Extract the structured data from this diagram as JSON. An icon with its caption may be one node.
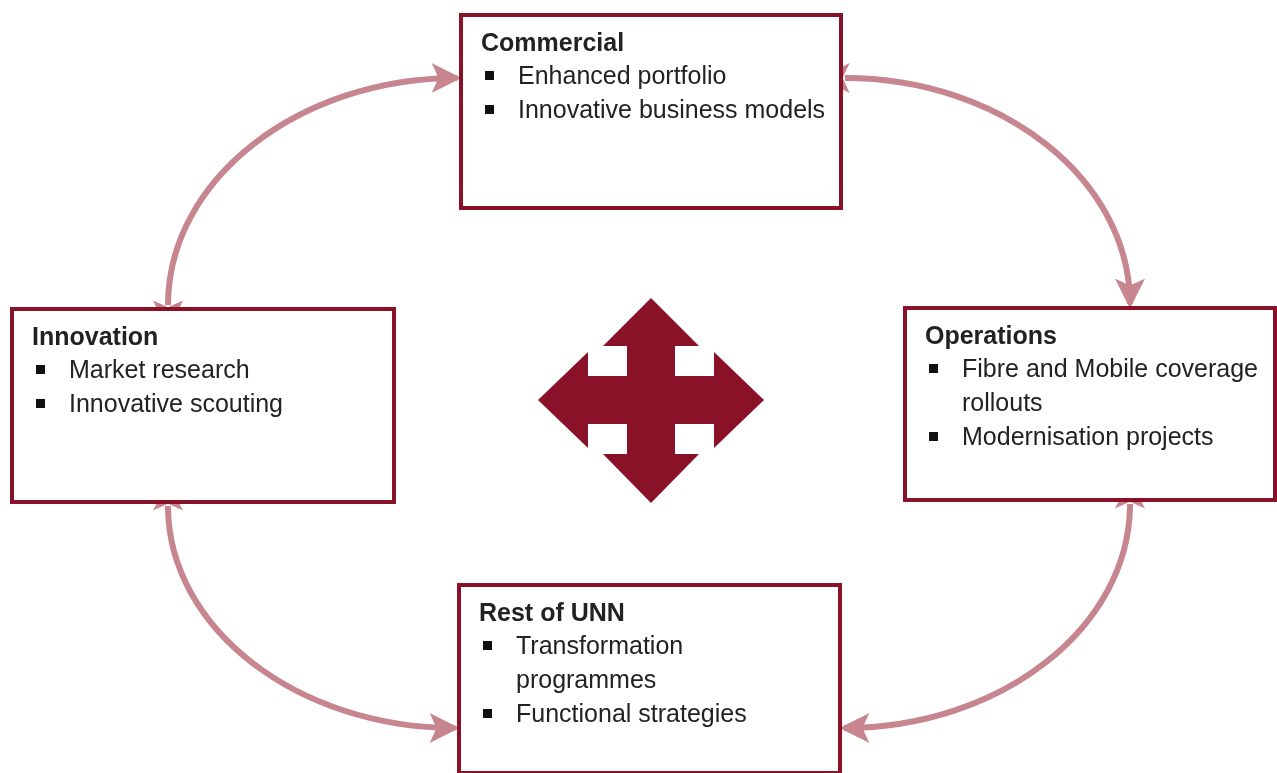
{
  "diagram": {
    "nodes": [
      {
        "text": [
          "Commercial",
          "Enhanced portfolio",
          "Innovative business models"
        ]
      },
      {
        "text": [
          "Innovation",
          "Market research",
          "Innovative scouting"
        ]
      },
      {
        "text": [
          "Operations",
          "Fibre and Mobile coverage rollouts",
          "Modernisation projects"
        ]
      },
      {
        "text": [
          "Rest of UNN",
          "Transformation programmes",
          "Functional strategies"
        ]
      }
    ],
    "edges": [
      {
        "from": 1,
        "to": 0,
        "arrow": "both"
      },
      {
        "from": 0,
        "to": 2,
        "arrow": "both"
      },
      {
        "from": 1,
        "to": 3,
        "arrow": "both"
      },
      {
        "from": 2,
        "to": 3,
        "arrow": "both"
      }
    ]
  }
}
